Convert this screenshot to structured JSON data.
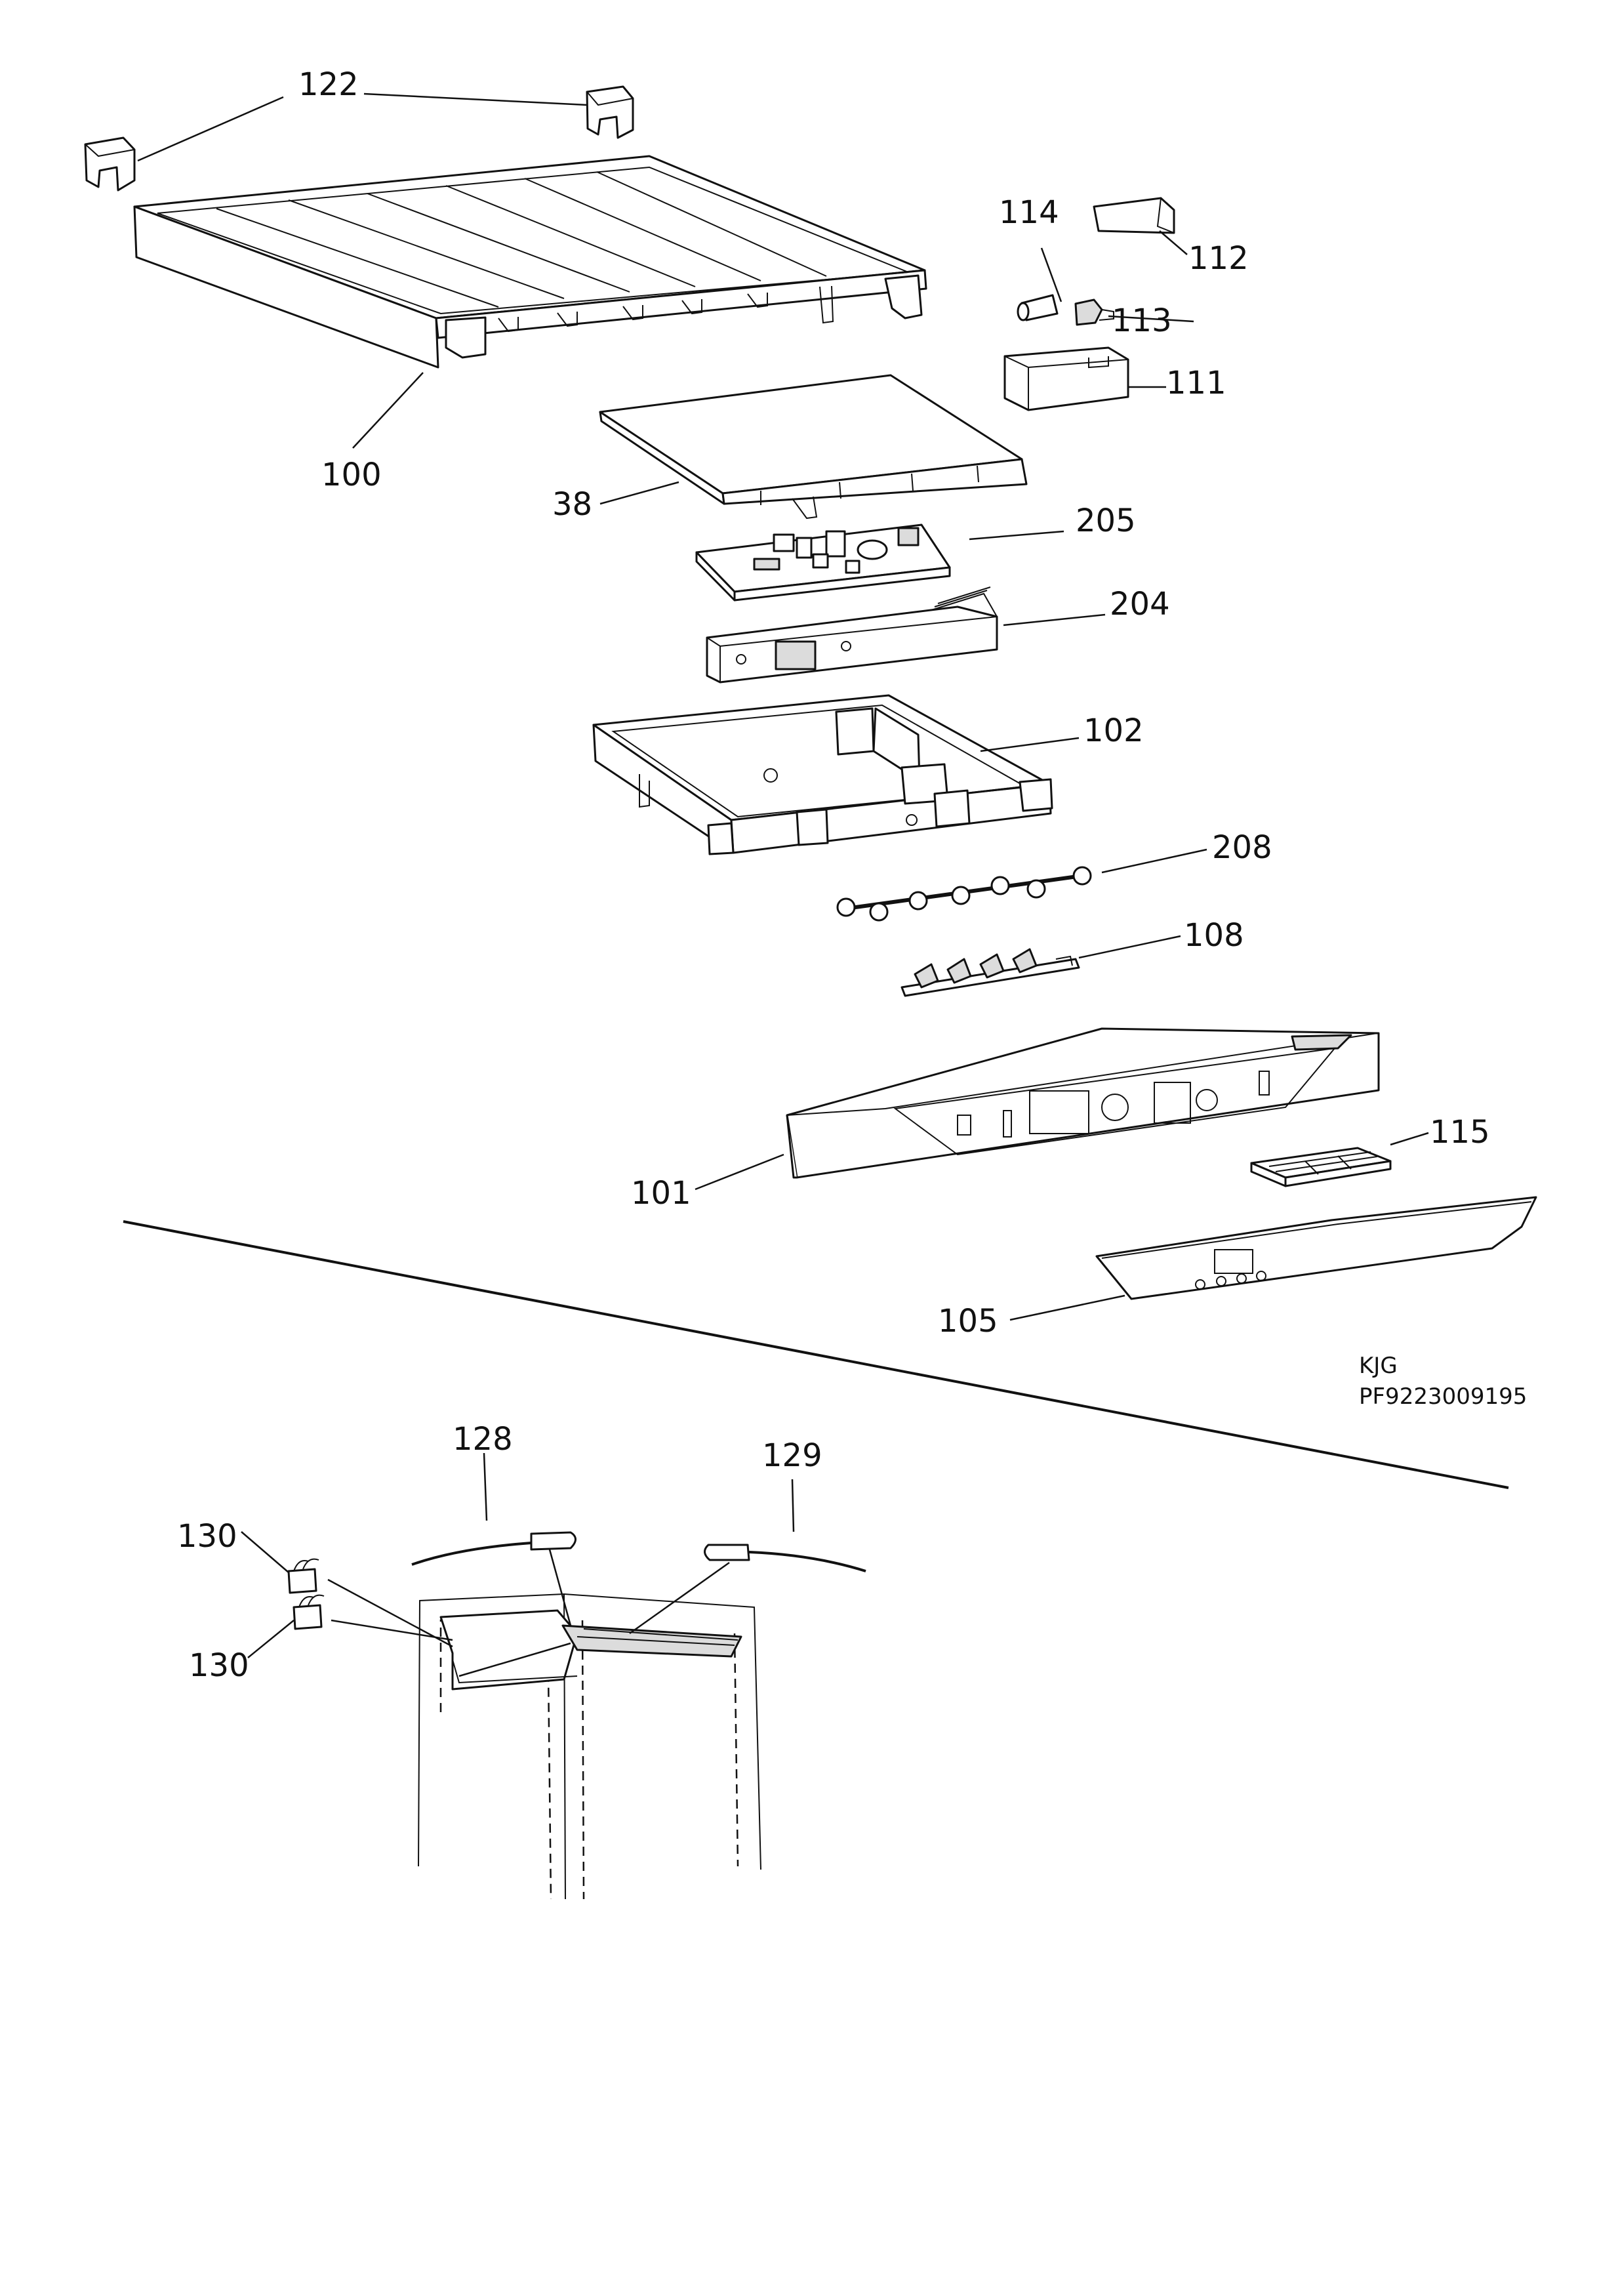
{
  "callouts": {
    "c122": "122",
    "c100": "100",
    "c114": "114",
    "c112": "112",
    "c113": "113",
    "c111": "111",
    "c38": "38",
    "c205": "205",
    "c204": "204",
    "c102": "102",
    "c208": "208",
    "c108": "108",
    "c115": "115",
    "c101": "101",
    "c105": "105",
    "c128": "128",
    "c129": "129",
    "c130a": "130",
    "c130b": "130"
  },
  "notes": {
    "code": "KJG",
    "pnc": "PF9223009195"
  },
  "colors": {
    "line": "#111111",
    "part_fill": "#ffffff",
    "shade": "#dcdcdc"
  }
}
